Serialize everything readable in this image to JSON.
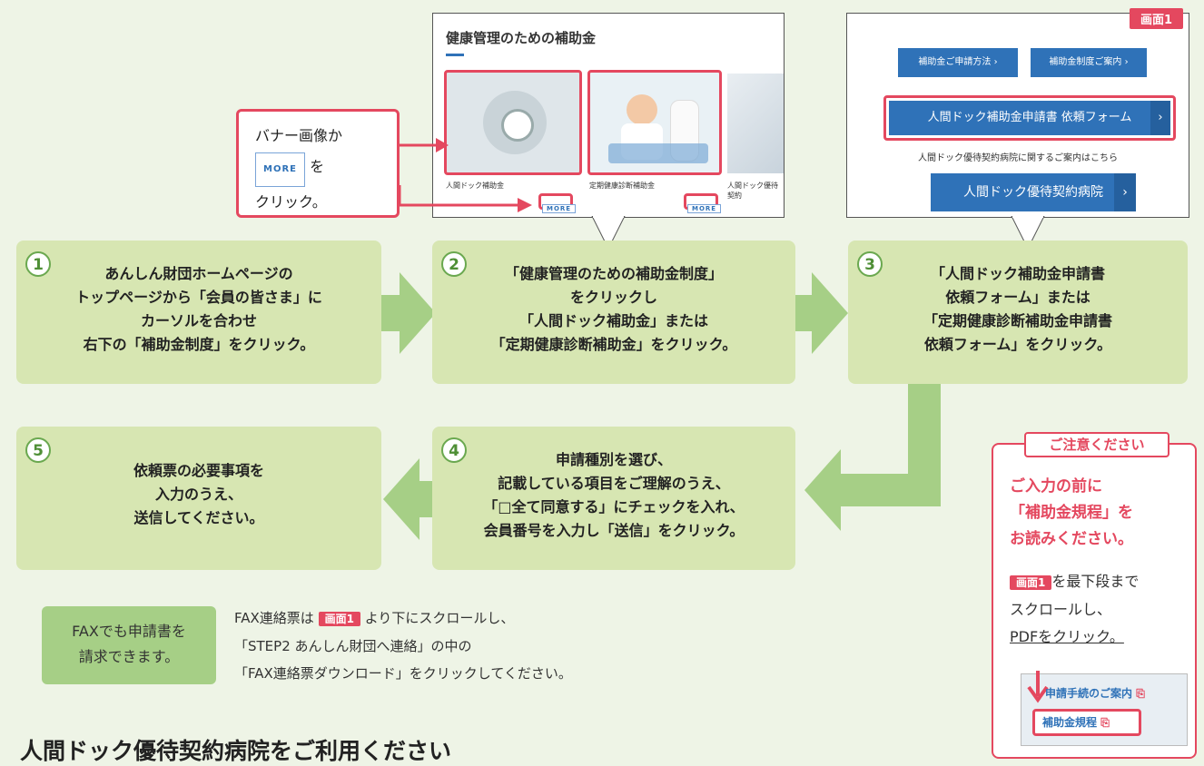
{
  "screen1": {
    "badge": "画面1",
    "buttons": [
      "補助金ご申請方法",
      "補助金制度ご案内"
    ],
    "form_button": "人間ドック補助金申請書 依頼フォーム",
    "info_text": "人間ドック優待契約病院に関するご案内はこちら",
    "hospital_button": "人間ドック優待契約病院"
  },
  "screen2": {
    "title": "健康管理のための補助金",
    "cards": [
      {
        "label": "人間ドック補助金",
        "more": "MORE"
      },
      {
        "label": "定期健康診断補助金",
        "more": "MORE"
      },
      {
        "label": "人間ドック優待契約"
      }
    ]
  },
  "callout": {
    "line1": "バナー画像か",
    "more": "MORE",
    "line2_suffix": "を",
    "line3": "クリック。"
  },
  "steps": [
    {
      "num": "1",
      "lines": [
        "あんしん財団ホームページの",
        "トップページから「会員の皆さま」に",
        "カーソルを合わせ",
        "右下の「補助金制度」をクリック。"
      ]
    },
    {
      "num": "2",
      "lines": [
        "「健康管理のための補助金制度」",
        "をクリックし",
        "「人間ドック補助金」または",
        "「定期健康診断補助金」をクリック。"
      ]
    },
    {
      "num": "3",
      "lines": [
        "「人間ドック補助金申請書",
        "依頼フォーム」または",
        "「定期健康診断補助金申請書",
        "依頼フォーム」をクリック。"
      ]
    },
    {
      "num": "4",
      "lines": [
        "申請種別を選び、",
        "記載している項目をご理解のうえ、",
        "「□全て同意する」にチェックを入れ、",
        "会員番号を入力し「送信」をクリック。"
      ]
    },
    {
      "num": "5",
      "lines": [
        "依頼票の必要事項を",
        "入力のうえ、",
        "送信してください。"
      ]
    }
  ],
  "fax": {
    "box_lines": [
      "FAXでも申請書を",
      "請求できます。"
    ],
    "line1_pre": "FAX連絡票は",
    "badge": "画面1",
    "line1_post": "より下にスクロールし、",
    "line2": "「STEP2 あんしん財団へ連絡」の中の",
    "line3": "「FAX連絡票ダウンロード」をクリックしてください。"
  },
  "notice": {
    "title": "ご注意ください",
    "red_lines": [
      "ご入力の前に",
      "「補助金規程」を",
      "お読みください。"
    ],
    "badge": "画面1",
    "after_badge": "を最下段まで",
    "line2": "スクロールし、",
    "line3": "PDFをクリック。",
    "link1": "申請手続のご案内",
    "link2": "補助金規程"
  },
  "footer_heading": "人間ドック優待契約病院をご利用ください",
  "colors": {
    "accent_red": "#e4485f",
    "step_bg": "#d7e6b2",
    "arrow": "#a6cf86",
    "blue": "#2f72b8"
  }
}
